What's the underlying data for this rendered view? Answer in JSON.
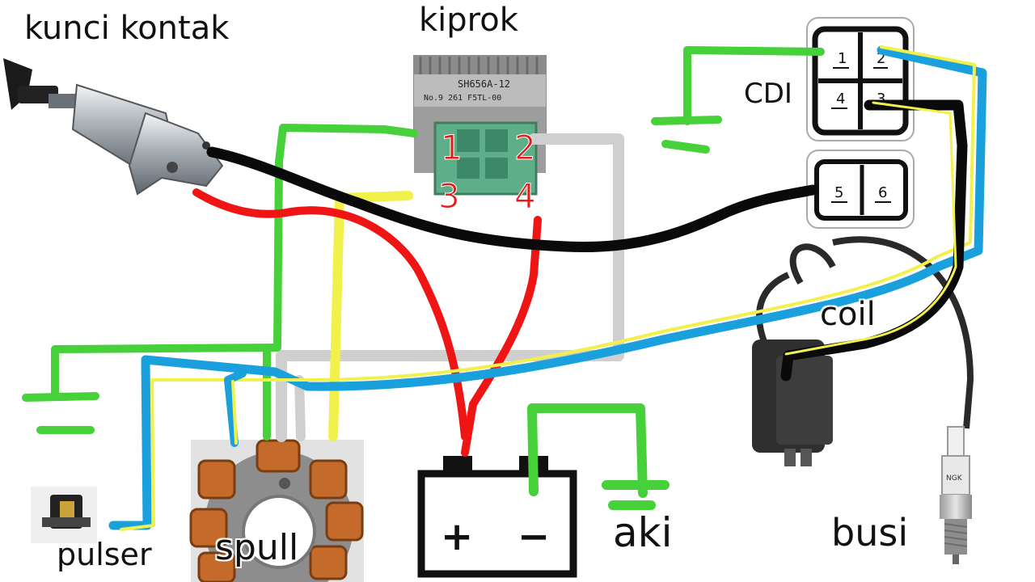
{
  "labels": {
    "ignition": "kunci kontak",
    "regulator": "kiprok",
    "cdi": "CDI",
    "coil": "coil",
    "pulser": "pulser",
    "stator": "spull",
    "battery": "aki",
    "spark_plug": "busi"
  },
  "regulator_pins": [
    "1",
    "2",
    "3",
    "4"
  ],
  "regulator_part_text": [
    "SH656A-12",
    "No.9  261  F5TL-00"
  ],
  "cdi_pins": [
    "1",
    "2",
    "4",
    "3",
    "5",
    "6"
  ],
  "battery_terminals": {
    "positive": "+",
    "negative": "−"
  },
  "plug_mark": "NGK",
  "wire_colors": {
    "green": "#46d13a",
    "black": "#0a0a0a",
    "red": "#f01515",
    "yellow": "#f2f04a",
    "blue": "#1aa0dc",
    "gray": "#cfcfcf"
  }
}
